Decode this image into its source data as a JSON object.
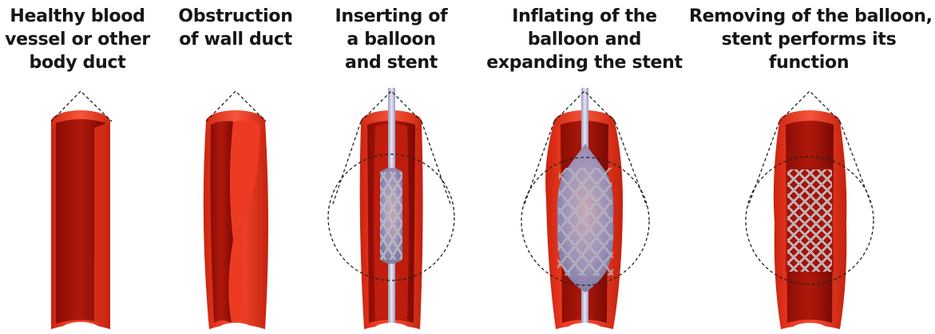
{
  "diagram": {
    "steps": [
      {
        "id": "healthy",
        "caption_lines": [
          "Healthy blood",
          "vessel or other",
          "body duct"
        ]
      },
      {
        "id": "obstruction",
        "caption_lines": [
          "Obstruction",
          "of wall duct"
        ]
      },
      {
        "id": "insert",
        "caption_lines": [
          "Inserting of",
          "a balloon",
          "and stent"
        ]
      },
      {
        "id": "inflate",
        "caption_lines": [
          "Inflating of the",
          "balloon and",
          "expanding the stent"
        ]
      },
      {
        "id": "remove",
        "caption_lines": [
          "Removing of the balloon,",
          "stent performs its",
          "function"
        ]
      }
    ],
    "colors": {
      "vessel_outer": "#e0301c",
      "vessel_inner": "#9b1208",
      "vessel_rim": "#f04a2e",
      "balloon": "#9a8fb4",
      "stent": "#cfd2d8",
      "catheter": "#b8b8d4"
    }
  }
}
